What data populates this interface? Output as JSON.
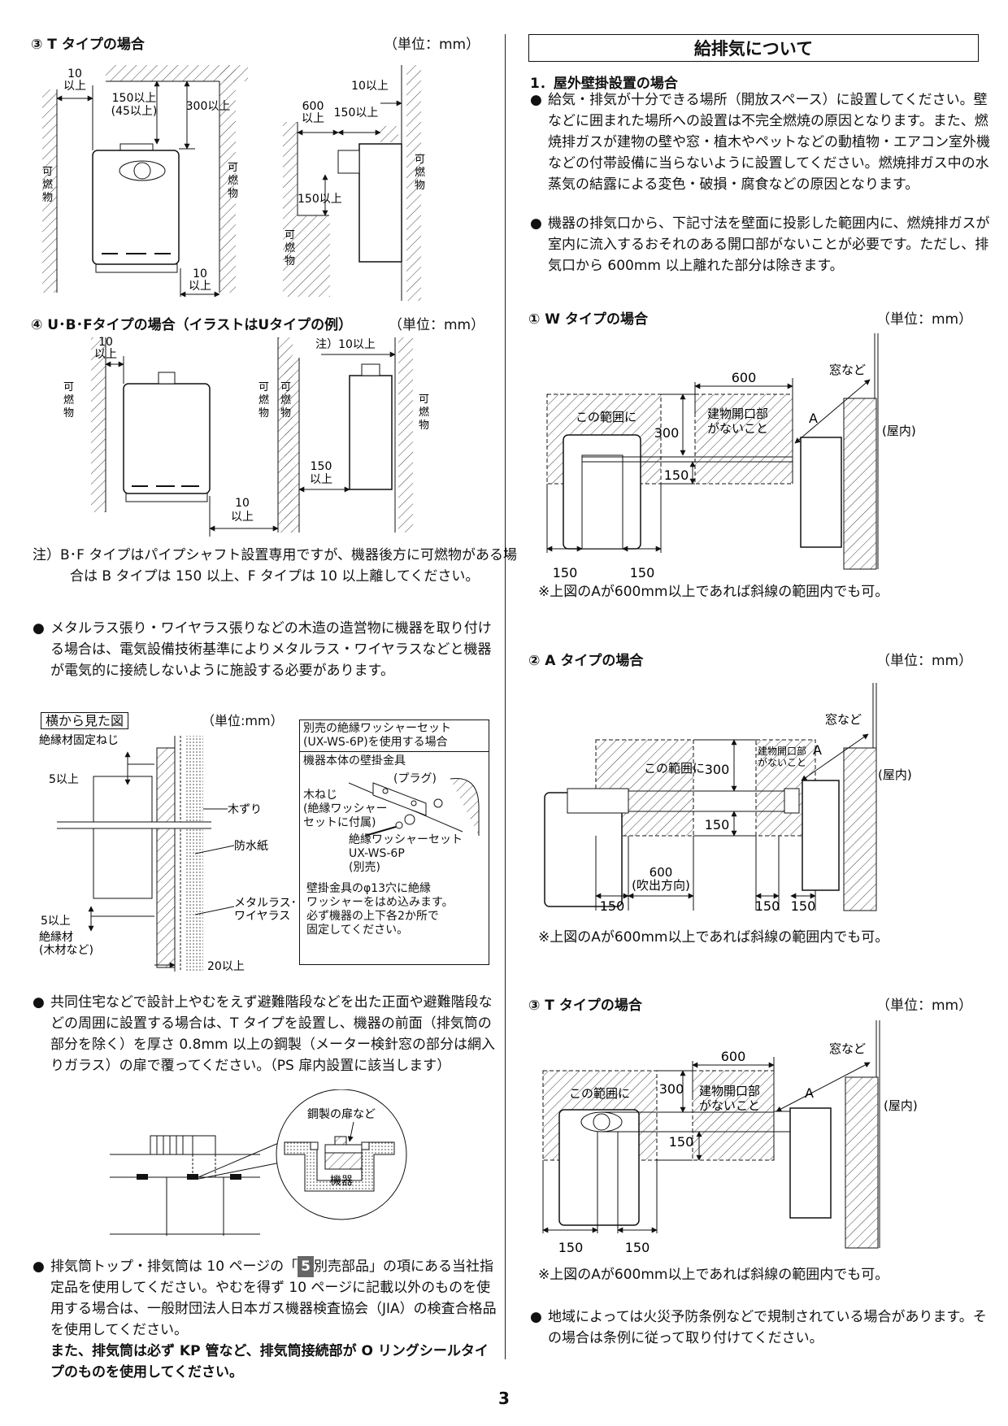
{
  "page_number": "3",
  "left": {
    "t_type": {
      "heading": "③ T タイプの場合",
      "unit": "（単位：mm）",
      "labels": {
        "combustible": "可燃物",
        "front_left_gap": [
          "10",
          "以上"
        ],
        "front_top_gap": [
          "150以上",
          "(45以上)"
        ],
        "front_top_300": "300以上",
        "front_right_gap": [
          "10",
          "以上"
        ],
        "side_600": [
          "600",
          "以上"
        ],
        "side_150": "150以上",
        "side_10": "10以上",
        "side_below": "150以上",
        "side_combustible": "可燃物"
      }
    },
    "ubf_type": {
      "heading": "④ U･B･Fタイプの場合（イラストはUタイプの例）",
      "unit": "（単位：mm）",
      "labels": {
        "combustible": "可燃物",
        "left_gap": [
          "10",
          "以上"
        ],
        "right_gap": [
          "10",
          "以上"
        ],
        "side_note": "注）10以上",
        "side_150": [
          "150",
          "以上"
        ]
      }
    },
    "note_bf": {
      "prefix": "注）",
      "text": "B･F タイプはパイプシャフト設置専用ですが、機器後方に可燃物がある場合は B タイプは 150 以上、F タイプは 10 以上離してください。"
    },
    "bullet_metal_lath": "メタルラス張り・ワイヤラス張りなどの木造の造営物に機器を取り付ける場合は、電気設備技術基準によりメタルラス・ワイヤラスなどと機器が電気的に接続しないように施設する必要があります。",
    "side_view": {
      "title": "横から見た図",
      "unit": "（単位:mm）",
      "labels": {
        "fixing_screw": "絶縁材固定ねじ",
        "top_gap": "5以上",
        "bottom_gap": "5以上",
        "insulator": [
          "絶縁材",
          "(木材など)"
        ],
        "wood_lath": "木ずり",
        "waterproof_paper": "防水紙",
        "metal_lath": [
          "メタルラス･",
          "ワイヤラス"
        ],
        "spacing": "20以上"
      }
    },
    "washer_box": {
      "title": [
        "別売の絶縁ワッシャーセット",
        "(UX-WS-6P)を使用する場合"
      ],
      "bracket": "機器本体の壁掛金具",
      "plug": "(プラグ)",
      "wood_screw": [
        "木ねじ",
        "(絶縁ワッシャー",
        "セットに付属)"
      ],
      "washer_set": [
        "絶縁ワッシャーセット",
        "UX-WS-6P",
        "(別売)"
      ],
      "instruction": [
        "壁掛金具のφ13穴に絶縁",
        "ワッシャーをはめ込みます。",
        "必ず機器の上下各2か所で",
        "固定してください。"
      ]
    },
    "bullet_ps": "共同住宅などで設計上やむをえず避難階段などを出た正面や避難階段などの周囲に設置する場合は、T タイプを設置し、機器の前面（排気筒の部分を除く）を厚さ 0.8mm 以上の鋼製（メーター検針窓の部分は網入りガラス）の扉で覆ってください。（PS 扉内設置に該当します）",
    "ps_diagram": {
      "door_label": "鋼製の扉など",
      "unit_label": "機器"
    },
    "bullet_exhaust": {
      "before": "排気筒トップ・排気筒は 10 ページの「",
      "badge": "5",
      "after": "別売部品」の項にある当社指定品を使用してください。やむを得ず 10 ページに記載以外のものを使用する場合は、一般財団法人日本ガス機器検査協会（JIA）の検査合格品を使用してください。",
      "bold": "また、排気筒は必ず KP 管など、排気筒接続部が O リングシールタイプのものを使用してください。"
    }
  },
  "right": {
    "section_title": "給排気について",
    "sub_heading": "1．屋外壁掛設置の場合",
    "bullets": [
      "給気・排気が十分できる場所（開放スペース）に設置してください。壁などに囲まれた場所への設置は不完全燃焼の原因となります。また、燃焼排ガスが建物の壁や窓・植木やペットなどの動植物・エアコン室外機などの付帯設備に当らないように設置してください。燃焼排ガス中の水蒸気の結露による変色・破損・腐食などの原因となります。",
      "機器の排気口から、下記寸法を壁面に投影した範囲内に、燃焼排ガスが室内に流入するおそれのある開口部がないことが必要です。ただし、排気口から 600mm 以上離れた部分は除きます。"
    ],
    "diagrams": [
      {
        "heading": "① W タイプの場合",
        "unit": "（単位：mm）",
        "range_label": "この範囲に",
        "no_opening": [
          "建物開口部",
          "がないこと"
        ],
        "window": "窓など",
        "indoor": "(屋内)",
        "dim_a": "A",
        "dim_top": "600",
        "dim_300": "300",
        "dim_150": "150",
        "dim_bottom": [
          "150",
          "150"
        ],
        "caption": "※上図のAが600mm以上であれば斜線の範囲内でも可。"
      },
      {
        "heading": "② A タイプの場合",
        "unit": "（単位：mm）",
        "range_label": "この範囲に",
        "no_opening": [
          "建物開口部",
          "がないこと"
        ],
        "window": "窓など",
        "indoor": "(屋内)",
        "dim_a": "A",
        "dim_300": "300",
        "dim_150": "150",
        "dim_blow": [
          "600",
          "(吹出方向)"
        ],
        "dim_bottom": [
          "150",
          "150",
          "150"
        ],
        "caption": "※上図のAが600mm以上であれば斜線の範囲内でも可。"
      },
      {
        "heading": "③ T タイプの場合",
        "unit": "（単位：mm）",
        "range_label": "この範囲に",
        "no_opening": [
          "建物開口部",
          "がないこと"
        ],
        "window": "窓など",
        "indoor": "(屋内)",
        "dim_a": "A",
        "dim_top": "600",
        "dim_300": "300",
        "dim_150": "150",
        "dim_bottom": [
          "150",
          "150"
        ],
        "caption": "※上図のAが600mm以上であれば斜線の範囲内でも可。"
      }
    ],
    "bullet_regulation": "地域によっては火災予防条例などで規制されている場合があります。その場合は条例に従って取り付けてください。"
  }
}
